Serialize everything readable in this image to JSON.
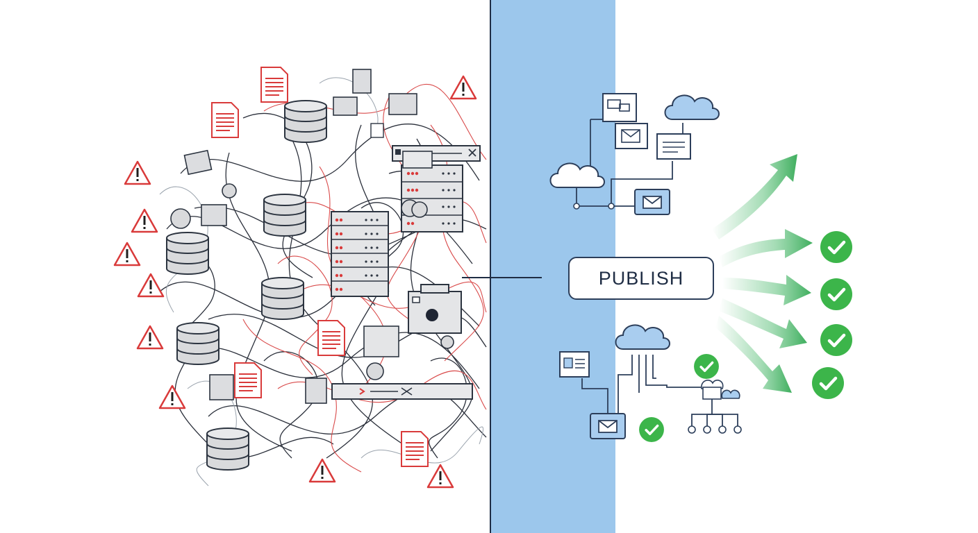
{
  "publish_button": {
    "label": "PUBLISH"
  },
  "colors": {
    "accent_blue": "#9cc7ec",
    "line_dark": "#2c3e5a",
    "warning_red": "#d93a3a",
    "success_green": "#3cb54a",
    "arrow_green": "#5cc07a",
    "device_gray": "#d9dadc"
  },
  "left_panel": {
    "state": "tangled",
    "icons": [
      "database-icon",
      "server-rack-icon",
      "warning-icon",
      "document-icon",
      "window-icon",
      "camera-icon",
      "tangled-cables"
    ]
  },
  "right_panel": {
    "state": "organized",
    "icons": [
      "cloud-icon",
      "mail-icon",
      "document-icon",
      "checkmark-icon",
      "network-tree-icon"
    ]
  }
}
